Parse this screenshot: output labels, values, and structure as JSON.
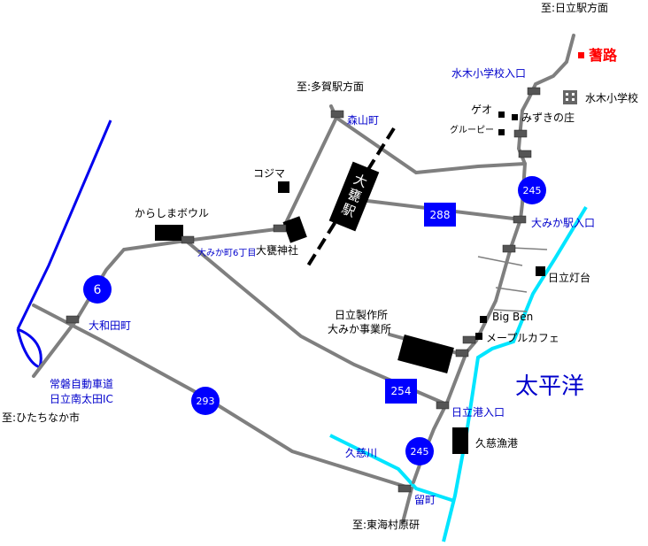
{
  "labels": {
    "to_hitachi": "至:日立駅方面",
    "to_taga": "至:多賀駅方面",
    "to_hitachinaka": "至:ひたちなか市",
    "to_tokai": "至:東海村原研",
    "hashiro": "蓍路",
    "mizuki_school_entrance": "水木小学校入口",
    "mizuki_school": "水木小学校",
    "geo": "ゲオ",
    "grupi": "グルーピー",
    "mizukinosho": "みずきの庄",
    "moriyama": "森山町",
    "kojima": "コジマ",
    "ohmika_station": "大甕駅",
    "karashima_bowl": "からしまボウル",
    "ohmika_6chome": "大みか町6丁目",
    "ohmika_shrine": "大甕神社",
    "ohmika_station_entrance": "大みか駅入口",
    "hitachi_lighthouse": "日立灯台",
    "big_ben": "Big Ben",
    "maple_cafe": "メープルカフェ",
    "hitachi_works_1": "日立製作所",
    "hitachi_works_2": "大みか事業所",
    "pacific": "太平洋",
    "owadamachi": "大和田町",
    "joban_1": "常磐自動車道",
    "joban_2": "日立南太田IC",
    "hitachi_port": "日立港入口",
    "kuji_port": "久慈漁港",
    "kuji_river": "久慈川",
    "tomecho": "留町"
  },
  "routes": {
    "r245_top": "245",
    "r245_bottom": "245",
    "r288": "288",
    "r6": "6",
    "r293": "293",
    "r254": "254"
  },
  "colors": {
    "road": "#7f7f7f",
    "expressway": "#0000ee",
    "coast": "#00e5ff",
    "label_blue": "#0000cc",
    "hashiro_red": "#ff0000",
    "route_national": "#0000ff"
  }
}
